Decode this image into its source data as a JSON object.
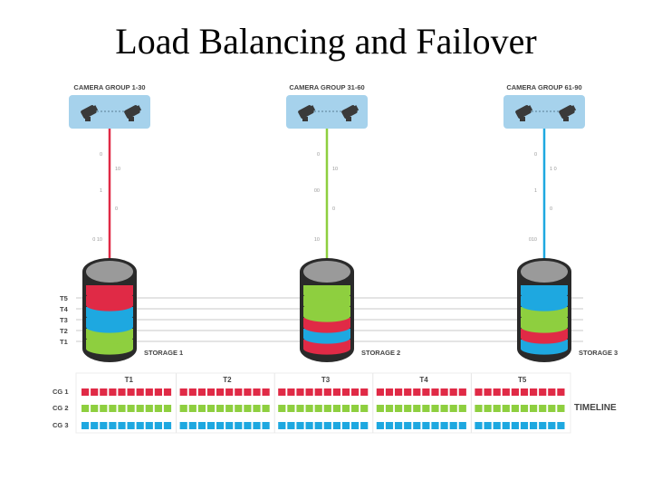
{
  "title": "Load Balancing and Failover",
  "colors": {
    "red": "#e02a46",
    "green": "#8ecf3f",
    "blue": "#1ea8e0",
    "camera_box": "#a6d2ec",
    "camera": "#3a3a3a",
    "grey_line": "#d4d4d4",
    "timeline_text": "#cfcfcf"
  },
  "camera_groups": [
    {
      "label": "CAMERA GROUP 1-30",
      "color": "red",
      "stream_labels": [
        "0",
        "10",
        "1",
        "0",
        "0 10"
      ]
    },
    {
      "label": "CAMERA GROUP 31-60",
      "color": "green",
      "stream_labels": [
        "0",
        "10",
        "00",
        "0",
        "10"
      ]
    },
    {
      "label": "CAMERA GROUP 61-90",
      "color": "blue",
      "stream_labels": [
        "0",
        "1 0",
        "1",
        "0",
        "010"
      ]
    }
  ],
  "camera_icon": "cctv-camera-icon",
  "time_slots": [
    "T5",
    "T4",
    "T3",
    "T2",
    "T1"
  ],
  "storages": [
    {
      "label": "STORAGE 1",
      "layers": [
        "red",
        "red",
        "blue",
        "blue",
        "green",
        "green"
      ]
    },
    {
      "label": "STORAGE 2",
      "layers": [
        "green",
        "green",
        "green",
        "red",
        "blue",
        "red"
      ]
    },
    {
      "label": "STORAGE 3",
      "layers": [
        "blue",
        "blue",
        "green",
        "green",
        "red",
        "blue"
      ]
    }
  ],
  "timeline": {
    "periods": [
      "T1",
      "T2",
      "T3",
      "T4",
      "T5"
    ],
    "rows": [
      {
        "label": "CG 1",
        "color": "red"
      },
      {
        "label": "CG 2",
        "color": "green"
      },
      {
        "label": "CG 3",
        "color": "blue"
      }
    ],
    "blocks_per_period": 10,
    "caption": "TIMELINE"
  }
}
